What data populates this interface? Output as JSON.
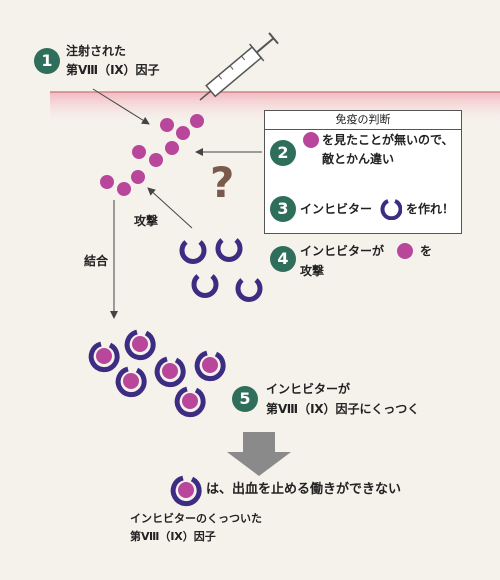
{
  "steps": {
    "s1": {
      "num": "1",
      "line1": "注射された",
      "line2": "第Ⅷ（Ⅸ）因子"
    },
    "s2": {
      "num": "2",
      "line1": "を見たことが無いので、",
      "line2": "敵とかん違い"
    },
    "s3": {
      "num": "3",
      "pre": "インヒビター",
      "post": "を作れ！"
    },
    "s4": {
      "num": "4",
      "pre": "インヒビターが",
      "post": "を",
      "line2": "攻撃"
    },
    "s5": {
      "num": "5",
      "line1": "インヒビターが",
      "line2": "第Ⅷ（Ⅸ）因子にくっつく"
    }
  },
  "judgment_box": {
    "title": "免疫の判断"
  },
  "labels": {
    "attack": "攻撃",
    "bind": "結合",
    "question": "?"
  },
  "result": {
    "text": "は、出血を止める働きができない",
    "caption1": "インヒビターのくっついた",
    "caption2": "第Ⅷ（Ⅸ）因子"
  },
  "colors": {
    "factor": "#b8479b",
    "inhibitor": "#3d2d82",
    "badge": "#2f6e5a",
    "skin_top": "#f7c9ce",
    "arrow_big": "#8a8a8a"
  }
}
